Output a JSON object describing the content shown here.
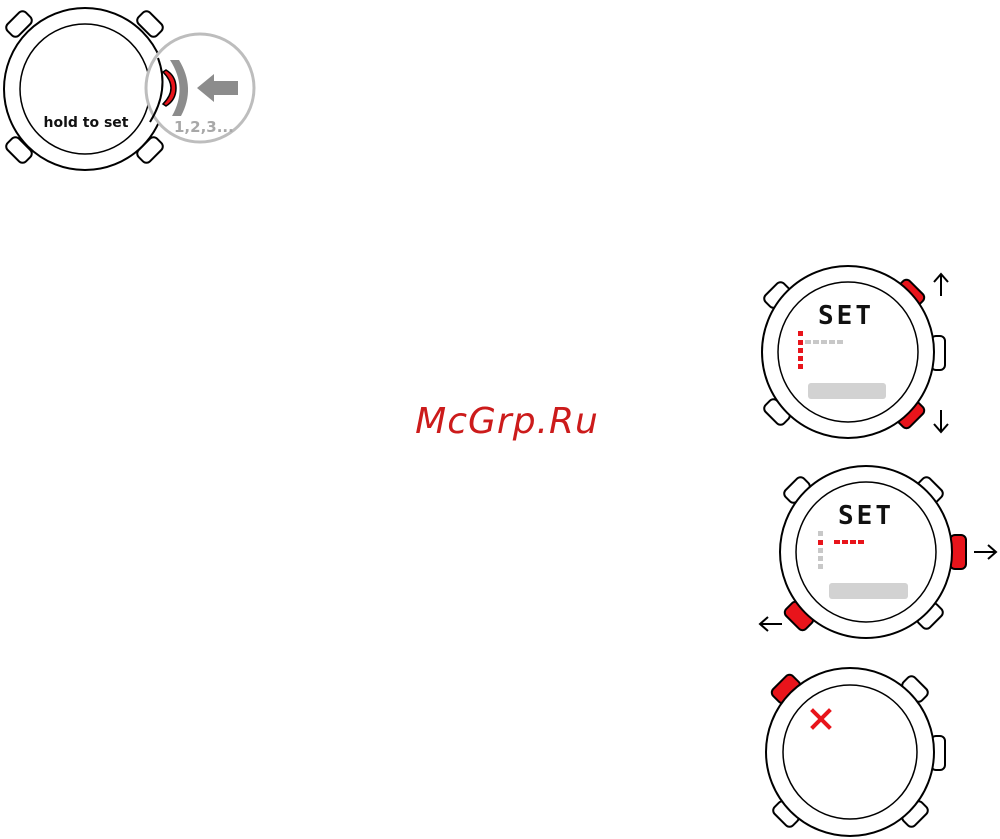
{
  "watermark": "McGrp.Ru",
  "step1": {
    "display_text": "hold to set",
    "count_text": "1,2,3..."
  },
  "step2": {
    "display_title": "SET"
  },
  "step3": {
    "display_title": "SET"
  },
  "colors": {
    "highlight": "#e8141b",
    "outline": "#000000",
    "inactive": "#c8c8c8"
  }
}
